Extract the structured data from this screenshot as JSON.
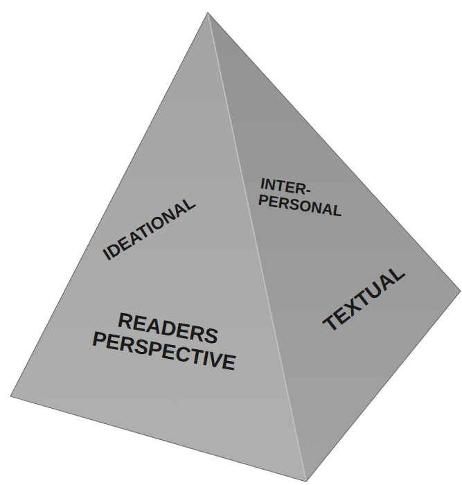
{
  "diagram": {
    "labels": [
      "IDEATIONAL",
      "INTER- PERSONAL",
      "READERS PERSPECTIVE",
      "TEXTUAL"
    ]
  }
}
